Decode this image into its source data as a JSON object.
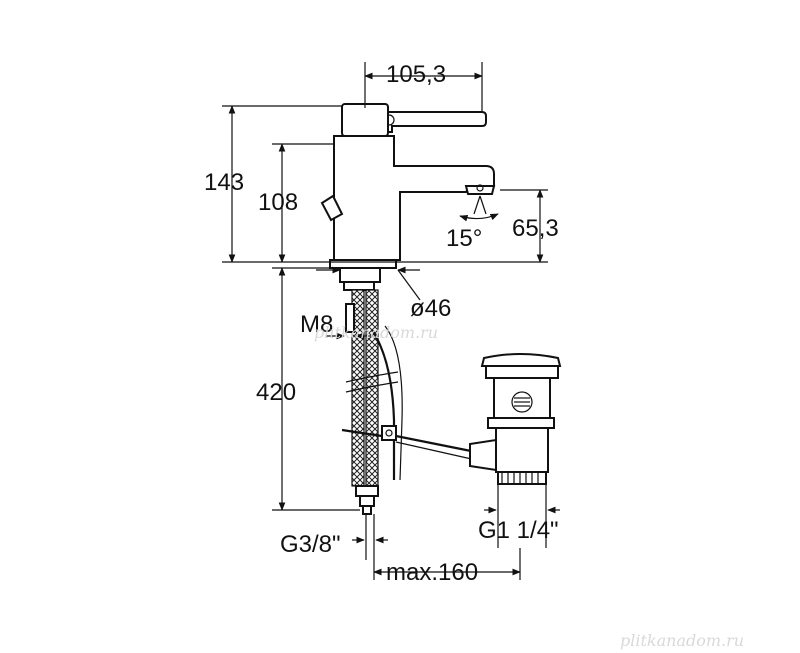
{
  "dimensions": {
    "top_width": "105,3",
    "total_height": "143",
    "body_height": "108",
    "spout_angle": "15°",
    "spout_height": "65,3",
    "hole_diameter": "ø46",
    "stud_thread": "M8",
    "hose_length": "420",
    "inlet_thread": "G3/8\"",
    "drain_thread": "G1 1/4\"",
    "max_distance": "max.160"
  },
  "watermark": {
    "center": "plitkanadom.ru",
    "corner": "plitkanadom.ru"
  }
}
